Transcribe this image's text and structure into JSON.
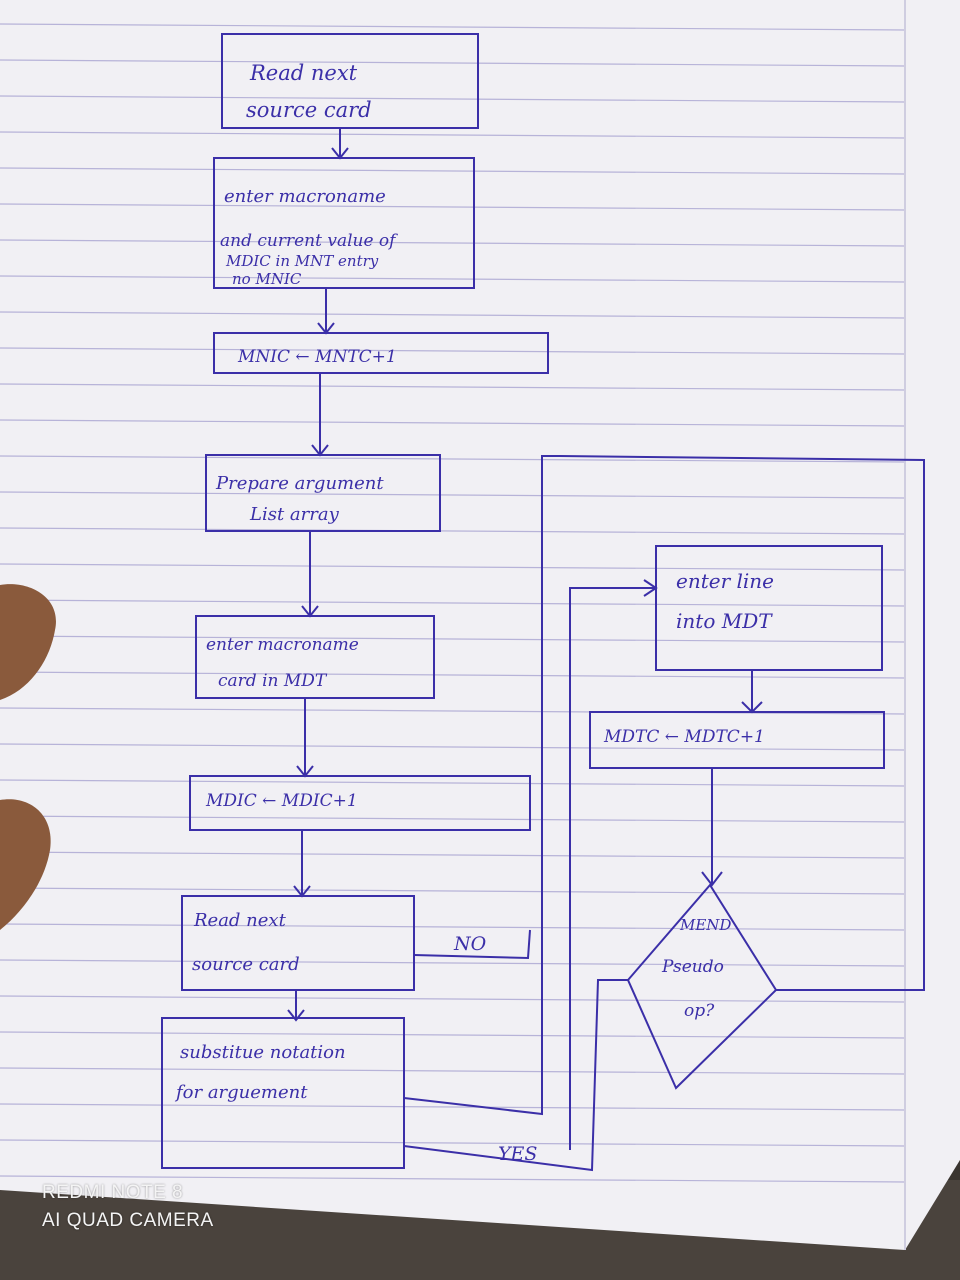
{
  "flowchart": {
    "box_read_source_1": [
      "Read next",
      "source card"
    ],
    "box_enter_macroname": [
      "enter macroname",
      "and current value of",
      "MDIC in MNT entry",
      "no MNIC"
    ],
    "box_mnic_increment": "MNIC ← MNTC+1",
    "box_prepare_args": [
      "Prepare argument",
      "List array"
    ],
    "box_enter_card": [
      "enter macroname",
      "card in MDT"
    ],
    "box_mdic_increment": "MDIC ← MDIC+1",
    "box_read_source_2": [
      "Read next",
      "source card"
    ],
    "box_substitute": [
      "substitue notation",
      "for arguement"
    ],
    "box_enter_line": [
      "enter line",
      "into MDT"
    ],
    "box_mdtc_increment": "MDTC ← MDTC+1",
    "decision_mend": [
      "MEND",
      "Pseudo",
      "op?"
    ],
    "label_no": "NO",
    "label_yes": "YES"
  },
  "watermark": {
    "line1": "REDMI NOTE 8",
    "line2": "AI QUAD CAMERA"
  },
  "colors": {
    "ink": "#3b2fa8",
    "paper": "#f1f0f4",
    "rule_line": "#b7b3d8"
  }
}
